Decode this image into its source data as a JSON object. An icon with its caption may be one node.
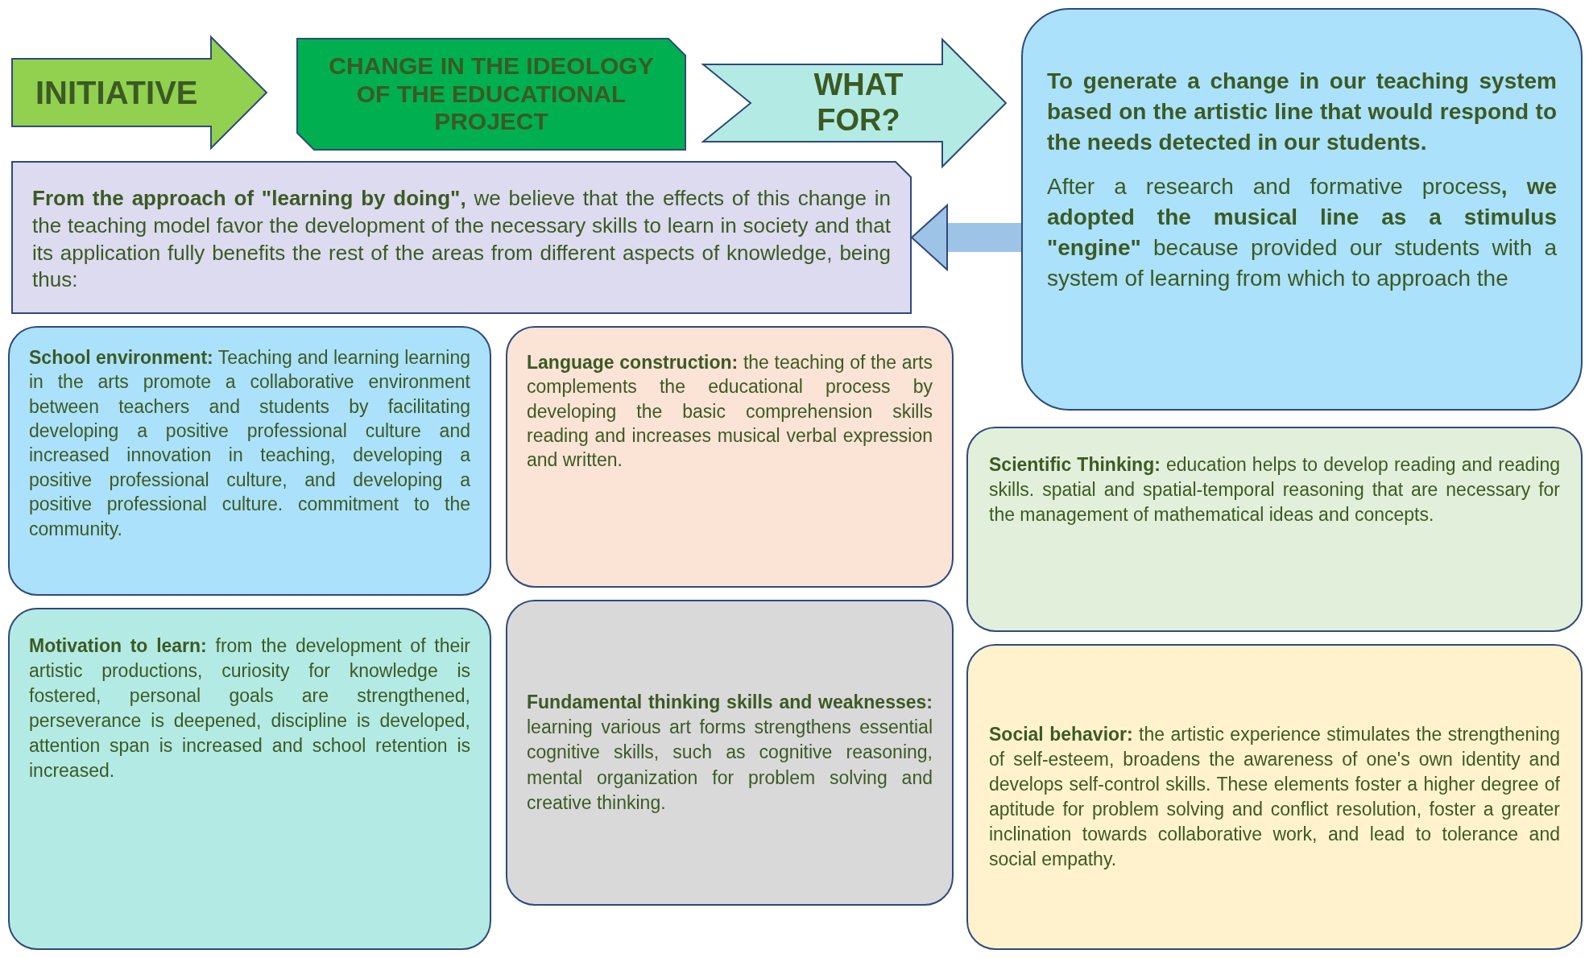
{
  "diagram": {
    "nodes": [
      {
        "text": [
          "INITIATIVE"
        ]
      },
      {
        "text": [
          "CHANGE IN THE IDEOLOGY OF THE EDUCATIONAL PROJECT"
        ]
      },
      {
        "text": [
          "WHAT FOR?"
        ]
      },
      {
        "text": [
          "To generate a change in our teaching system based on the artistic line that would respond to the needs detected in our students.",
          "After a research and formative process**, we adopted the musical line as a stimulus \"engine\"** because provided our students with a system of learning from which to approach the"
        ]
      },
      {
        "text": [
          "**From the approach of \"learning by doing\",** we believe that the effects of this change in the teaching model favor the development of the necessary skills to learn in society and that its application fully benefits the rest of the areas from different aspects of knowledge, being thus:"
        ]
      },
      {
        "text": [
          "**School environment:** Teaching and learning learning in the arts promote a collaborative environment between teachers and students by facilitating developing a positive professional culture and increased innovation in teaching, developing a positive professional culture, and developing a positive professional culture. commitment to the community."
        ]
      },
      {
        "text": [
          "**Language construction:** the teaching of the arts complements the educational process by developing the basic comprehension skills reading and increases musical verbal expression and written."
        ]
      },
      {
        "text": [
          "**Scientific Thinking:** education helps to develop reading and reading skills. spatial and spatial-temporal reasoning that are necessary for the management of mathematical ideas and concepts."
        ]
      },
      {
        "text": [
          "**Motivation to learn:** from the development of their artistic productions, curiosity for knowledge is fostered, personal goals are strengthened, perseverance is deepened, discipline is developed, attention span is increased and school retention is increased."
        ]
      },
      {
        "text": [
          "**Fundamental thinking skills and weaknesses:** learning various art forms strengthens essential cognitive skills, such as cognitive reasoning, mental organization for problem solving and creative thinking."
        ]
      },
      {
        "text": [
          "**Social behavior:** the artistic experience stimulates the strengthening of self-esteem, broadens the awareness of one's own identity and develops self-control skills. These elements foster a higher degree of aptitude for problem solving and conflict resolution, foster a greater inclination towards collaborative work, and lead to tolerance and social empathy."
        ]
      }
    ],
    "edges": [
      {
        "from": 3,
        "to": 4,
        "arrow": "to"
      }
    ]
  }
}
